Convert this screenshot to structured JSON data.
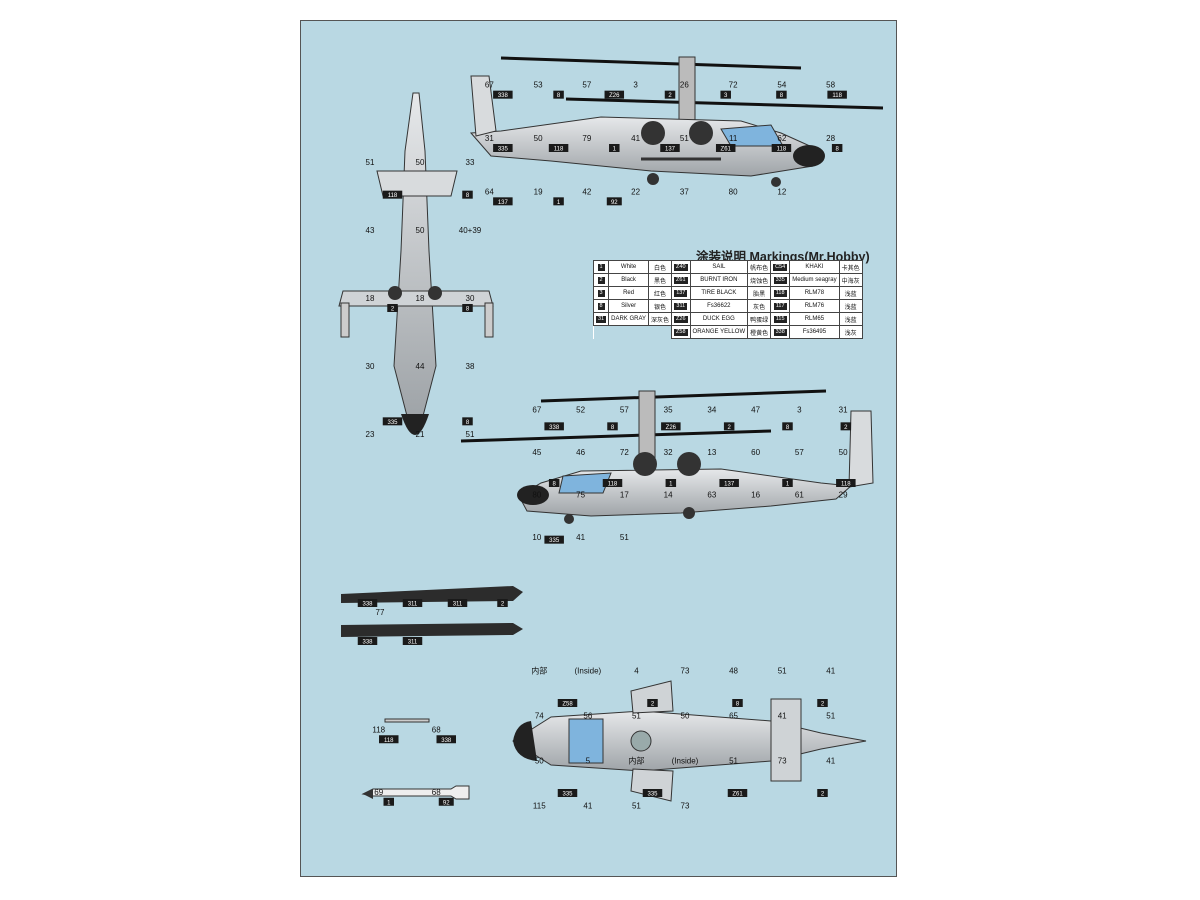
{
  "title": "涂装说明 Markings(Mr.Hobby)",
  "legend": [
    [
      {
        "code": "1",
        "name": "White",
        "cn": "白色"
      },
      {
        "code": "Z40",
        "name": "SAIL",
        "cn": "帆布色"
      },
      {
        "code": "C54",
        "name": "KHAKI",
        "cn": "卡其色"
      }
    ],
    [
      {
        "code": "2",
        "name": "Black",
        "cn": "黑色"
      },
      {
        "code": "Z61",
        "name": "BURNT IRON",
        "cn": "烧蚀色"
      },
      {
        "code": "335",
        "name": "Medium seagray",
        "cn": "中海灰"
      }
    ],
    [
      {
        "code": "3",
        "name": "Red",
        "cn": "红色"
      },
      {
        "code": "137",
        "name": "TIRE BLACK",
        "cn": "胎黑"
      },
      {
        "code": "118",
        "name": "RLM78",
        "cn": "浅蓝"
      }
    ],
    [
      {
        "code": "8",
        "name": "Silver",
        "cn": "银色"
      },
      {
        "code": "311",
        "name": "Fs36622",
        "cn": "灰色"
      },
      {
        "code": "117",
        "name": "RLM76",
        "cn": "浅蓝"
      }
    ],
    [
      {
        "code": "31",
        "name": "DARK GRAY",
        "cn": "深灰色"
      },
      {
        "code": "Z26",
        "name": "DUCK EGG",
        "cn": "鸭蛋绿"
      },
      {
        "code": "115",
        "name": "RLM65",
        "cn": "浅蓝"
      }
    ],
    [
      null,
      {
        "code": "Z58",
        "name": "ORANGE YELLOW",
        "cn": "橙黄色"
      },
      {
        "code": "338",
        "name": "Fs36495",
        "cn": "浅灰"
      }
    ]
  ],
  "callouts": {
    "side1": [
      "67",
      "53",
      "57",
      "3",
      "26",
      "72",
      "54",
      "58",
      "31",
      "50",
      "79",
      "41",
      "51",
      "11",
      "62",
      "28",
      "64",
      "19",
      "42",
      "22",
      "37",
      "80",
      "12"
    ],
    "top": [
      "51",
      "50",
      "33",
      "43",
      "50",
      "40+39",
      "18",
      "18",
      "30",
      "30",
      "44",
      "38",
      "23",
      "21",
      "51"
    ],
    "side2": [
      "67",
      "52",
      "57",
      "35",
      "34",
      "47",
      "3",
      "31",
      "45",
      "46",
      "72",
      "32",
      "13",
      "60",
      "57",
      "50",
      "80",
      "75",
      "17",
      "14",
      "63",
      "16",
      "61",
      "29",
      "10",
      "41",
      "51"
    ],
    "blade": [
      "77"
    ],
    "misc": [
      "118",
      "68",
      "69",
      "68"
    ],
    "bottom": [
      "内部",
      "(Inside)",
      "4",
      "73",
      "48",
      "51",
      "41",
      "74",
      "56",
      "51",
      "50",
      "65",
      "41",
      "51",
      "50",
      "5",
      "内部",
      "(Inside)",
      "51",
      "73",
      "41",
      "115",
      "41",
      "51",
      "73"
    ]
  },
  "chips": {
    "side1": [
      "338",
      "8",
      "Z26",
      "2",
      "3",
      "8",
      "118",
      "335",
      "118",
      "1",
      "137",
      "Z61",
      "118",
      "8",
      "137",
      "1",
      "92"
    ],
    "top": [
      "118",
      "8",
      "2",
      "8",
      "335",
      "8"
    ],
    "side2": [
      "338",
      "8",
      "Z26",
      "2",
      "8",
      "2",
      "8",
      "118",
      "1",
      "137",
      "1",
      "118",
      "335"
    ],
    "blade": [
      "338",
      "311",
      "311",
      "2",
      "338",
      "311"
    ],
    "misc": [
      "118",
      "338",
      "1",
      "92"
    ],
    "bottom": [
      "Z58",
      "2",
      "8",
      "2",
      "335",
      "335",
      "Z61",
      "2"
    ]
  }
}
